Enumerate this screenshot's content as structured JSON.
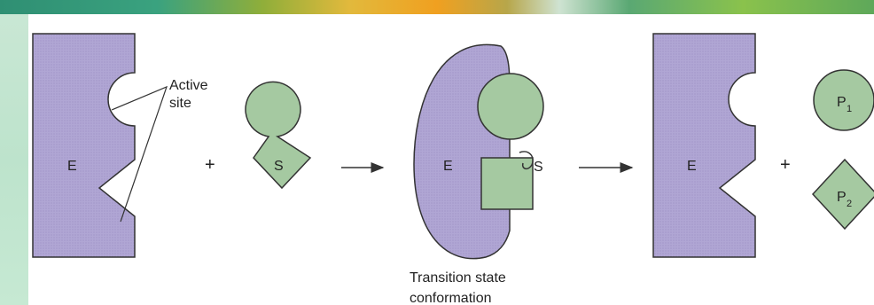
{
  "labels": {
    "enzyme": "E",
    "substrate": "S",
    "active_site_line1": "Active",
    "active_site_line2": "site",
    "product1": "P",
    "product1_sub": "1",
    "product2": "P",
    "product2_sub": "2",
    "transition_line1": "Transition state",
    "transition_line2": "conformation",
    "plus": "+"
  },
  "colors": {
    "enzyme_fill": "#b0a6d4",
    "substrate_fill": "#a5c9a1",
    "outline": "#333333"
  }
}
